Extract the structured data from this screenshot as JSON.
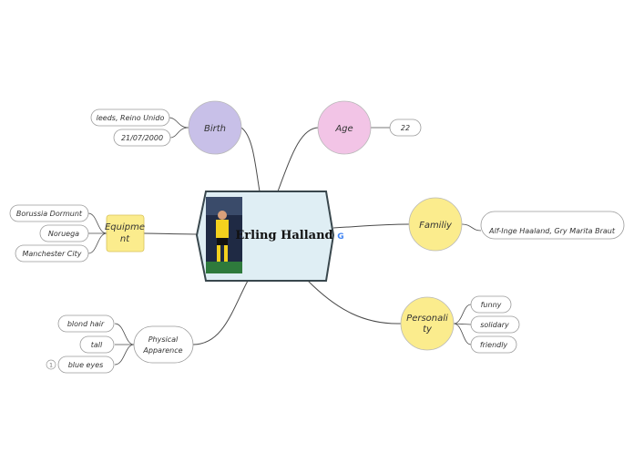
{
  "central": {
    "title": "Erling Halland",
    "photo_icon": "player-photo",
    "badge_icon": "google-g-icon",
    "fill": "#dfeef4",
    "stroke": "#39474d"
  },
  "branches": {
    "birth": {
      "label": "Birth",
      "color": "#c8c0e8",
      "leaves": [
        "leeds, Reino Unido",
        "21/07/2000"
      ]
    },
    "age": {
      "label": "Age",
      "color": "#f2c4e6",
      "leaves": [
        "22"
      ]
    },
    "family": {
      "label": "Familiy",
      "color": "#fbec8d",
      "leaves": [
        "Alf-Inge Haaland, Gry Marita Braut"
      ]
    },
    "personality": {
      "label_line1": "Personali",
      "label_line2": "ty",
      "color": "#fbec8d",
      "leaves": [
        "funny",
        "solidary",
        "friendly"
      ]
    },
    "appearance": {
      "label_line1": "Physical",
      "label_line2": "Apparence",
      "color": "#ffffff",
      "leaves": [
        "blond hair",
        "tall",
        "blue eyes"
      ],
      "badge": "1"
    },
    "equipment": {
      "label_line1": "Equipme",
      "label_line2": "nt",
      "color": "#fbec8d",
      "leaves": [
        "Borussia Dormunt",
        "Noruega",
        "Manchester City"
      ]
    }
  },
  "colors": {
    "connector": "#4a4a4a",
    "leaf_border": "#9a9a9a",
    "node_border": "#b8b8b8"
  }
}
